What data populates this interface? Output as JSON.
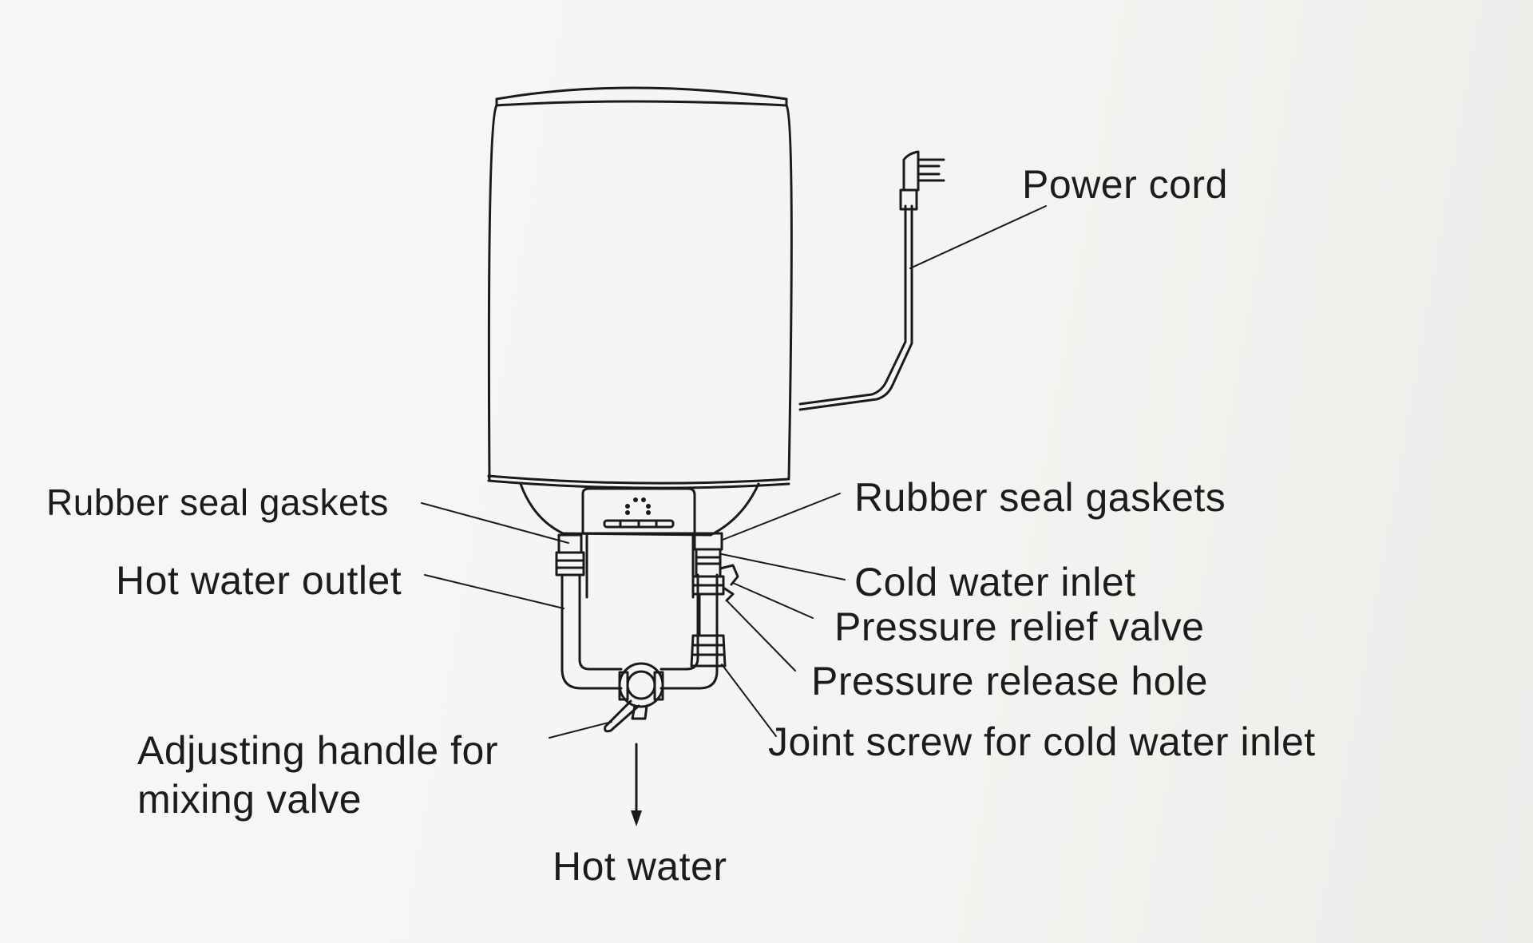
{
  "labels": {
    "power_cord": "Power cord",
    "rubber_seal_left": "Rubber seal gaskets",
    "rubber_seal_right": "Rubber seal gaskets",
    "hot_water_outlet": "Hot water outlet",
    "cold_water_inlet": "Cold water inlet",
    "pressure_relief_valve": "Pressure relief valve",
    "pressure_release_hole": "Pressure release hole",
    "joint_screw": "Joint screw  for cold water inlet",
    "adjusting_handle_line1": "Adjusting handle for",
    "adjusting_handle_line2": "mixing valve",
    "hot_water": "Hot water"
  },
  "colors": {
    "line": "#1a1a1a",
    "background": "#f6f6f4"
  }
}
